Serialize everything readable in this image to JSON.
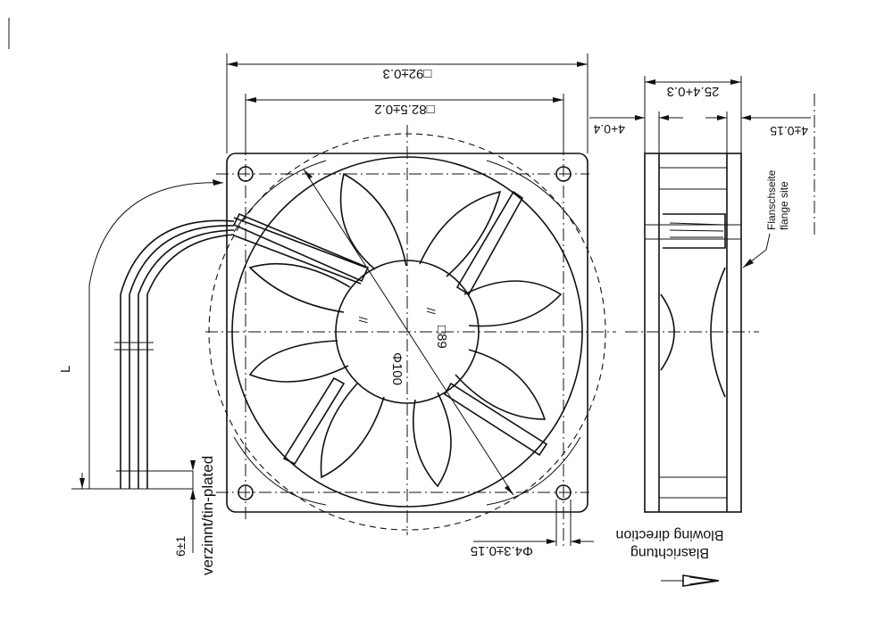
{
  "dimensions": {
    "outer_width": "□92±0.3",
    "hole_spacing": "□82.5±0.2",
    "depth": "25.4+0.3",
    "left_flange": "4+0.4",
    "right_flange": "4±0.15",
    "hole_diameter": "Φ4.3±0.15",
    "blade_diameter": "Φ100",
    "hub_square": "□89",
    "lead_length": "L",
    "strip_length": "6±1"
  },
  "labels": {
    "flange_de": "Flanschseite",
    "flange_en": "flange site",
    "tin_plated": "verzinnt/tin-plated",
    "blowing_de": "Blasrichtung",
    "blowing_en": "Blowing direction"
  }
}
